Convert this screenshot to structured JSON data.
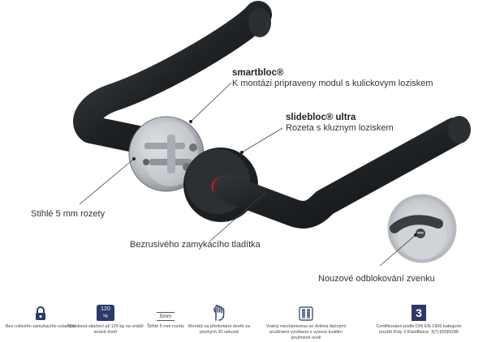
{
  "callouts": {
    "smartbloc": {
      "title": "smartbloc®",
      "text": "K montázi pripraveny modul s kulickovym loziskem"
    },
    "slidebloc": {
      "title": "slidebloc® ultra",
      "text": "Rozeta s kluznym loziskem"
    },
    "rosette": {
      "text": "Stihlé 5 mm rozety"
    },
    "button": {
      "text": "Bezrusivého zamykacího tladítka"
    },
    "emergency": {
      "text": "Nouzové odblokování zvenku"
    }
  },
  "features": [
    {
      "icon": "lock-icon",
      "text": "Bez rušivého zamykacího ovladače"
    },
    {
      "icon": "weight-icon",
      "badge": "120",
      "unit": "kg",
      "text": "*Odolnost stlačení až 120 kg na vnější straně dveří"
    },
    {
      "icon": "thickness-icon",
      "badge": "5mm",
      "text": "Štíhlé 5 mm rozety"
    },
    {
      "icon": "hand-icon",
      "text": "Montáž na předvrtané dveře za pouhých 30 sekund"
    },
    {
      "icon": "spring-icon",
      "text": "Vratný mechanismus se dvěma tlačnými pružinami vyrobeno z vysoce kvalitní pružinové oceli"
    },
    {
      "icon": "class-icon",
      "badge": "3",
      "text": "Certifikováno podle DIN EN 1906 kategorie použití třídy 3 Klasifikace: 3|7|-|0|0|5|0|B"
    }
  ],
  "colors": {
    "handle": "#2a2d30",
    "badge": "#2b3a67",
    "accent_ring": "#b01e1e"
  }
}
